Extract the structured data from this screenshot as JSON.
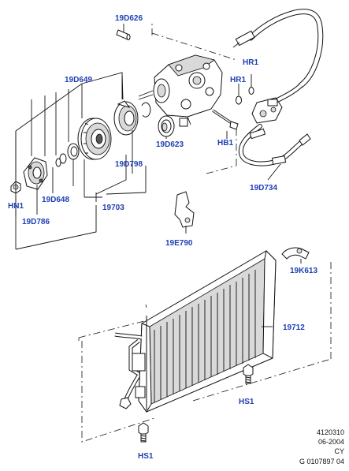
{
  "callouts": {
    "c19D626": "19D626",
    "hr1_top": "HR1",
    "hr1_bottom": "HR1",
    "c19D649": "19D649",
    "hb1": "HB1",
    "c19D623": "19D623",
    "c19D798": "19D798",
    "c19D648": "19D648",
    "hn1": "HN1",
    "c19703": "19703",
    "c19D786": "19D786",
    "c19D734": "19D734",
    "c19E790": "19E790",
    "c19K613": "19K613",
    "c19712": "19712",
    "hs1_right": "HS1",
    "hs1_bottom": "HS1"
  },
  "footer": {
    "line1": "4120310",
    "line2": "06-2004",
    "line3": "CY",
    "line4": "G 0107897 04"
  },
  "colors": {
    "callout": "#1f3fb3",
    "line": "#111111"
  }
}
